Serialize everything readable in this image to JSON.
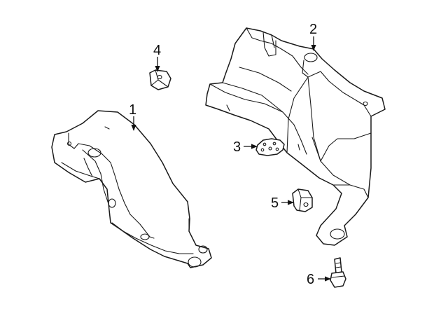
{
  "diagram": {
    "type": "exploded-parts-diagram",
    "colors": {
      "line": "#1a1a1a",
      "background": "#ffffff"
    },
    "callouts": [
      {
        "id": "1",
        "label": "1"
      },
      {
        "id": "2",
        "label": "2"
      },
      {
        "id": "3",
        "label": "3"
      },
      {
        "id": "4",
        "label": "4"
      },
      {
        "id": "5",
        "label": "5"
      },
      {
        "id": "6",
        "label": "6"
      }
    ]
  }
}
